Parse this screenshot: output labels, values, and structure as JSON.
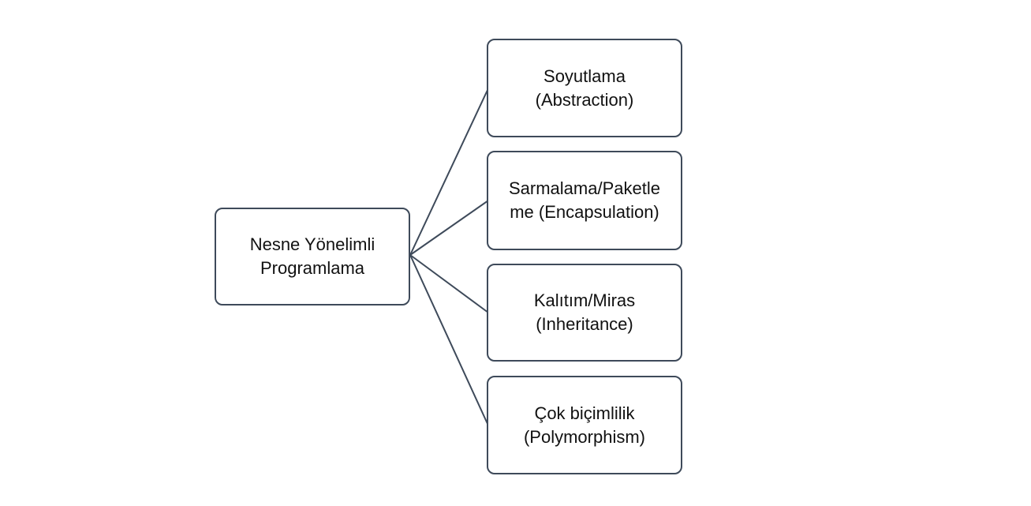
{
  "diagram": {
    "root": {
      "label": "Nesne Yönelimli\nProgramlama"
    },
    "children": [
      {
        "label": "Soyutlama\n(Abstraction)"
      },
      {
        "label": "Sarmalama/Paketle\nme (Encapsulation)"
      },
      {
        "label": "Kalıtım/Miras\n(Inheritance)"
      },
      {
        "label": "Çok biçimlilik\n(Polymorphism)"
      }
    ]
  },
  "colors": {
    "border": "#3e4a5a",
    "connector": "#3e4a5a",
    "text": "#111111",
    "background": "#ffffff"
  }
}
